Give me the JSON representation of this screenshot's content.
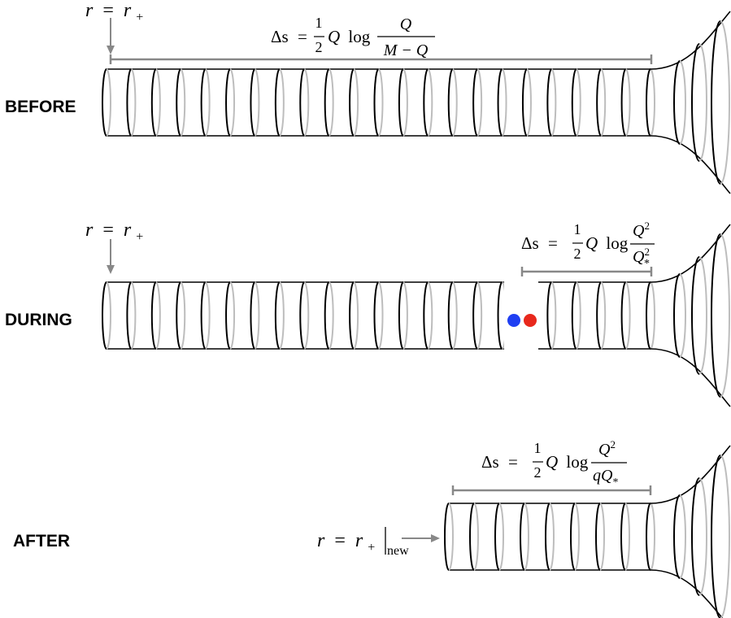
{
  "stages": {
    "before": {
      "label": "BEFORE",
      "horizon": {
        "lhs": "r",
        "eq": "=",
        "rhs": "r",
        "sub": "+"
      },
      "formula": {
        "lhs": "Δs",
        "eq": "=",
        "frac_num": "1",
        "frac_den": "2",
        "coef": "Q",
        "log": "log",
        "num": "Q",
        "den": "M − Q"
      }
    },
    "during": {
      "label": "DURING",
      "horizon": {
        "lhs": "r",
        "eq": "=",
        "rhs": "r",
        "sub": "+"
      },
      "formula": {
        "lhs": "Δs",
        "eq": "=",
        "frac_num": "1",
        "frac_den": "2",
        "coef": "Q",
        "log": "log",
        "num": "Q",
        "num_sup": "2",
        "den": "Q",
        "den_sup": "2",
        "den_sub": "*"
      },
      "particles": {
        "left_color": "#1f3ff2",
        "right_color": "#e8281c"
      }
    },
    "after": {
      "label": "AFTER",
      "horizon": {
        "lhs": "r",
        "eq": "=",
        "rhs": "r",
        "sub": "+",
        "eval_sub": "new"
      },
      "formula": {
        "lhs": "Δs",
        "eq": "=",
        "frac_num": "1",
        "frac_den": "2",
        "coef": "Q",
        "log": "log",
        "num": "Q",
        "num_sup": "2",
        "den_pre": "q",
        "den": "Q",
        "den_sub": "*"
      }
    }
  }
}
